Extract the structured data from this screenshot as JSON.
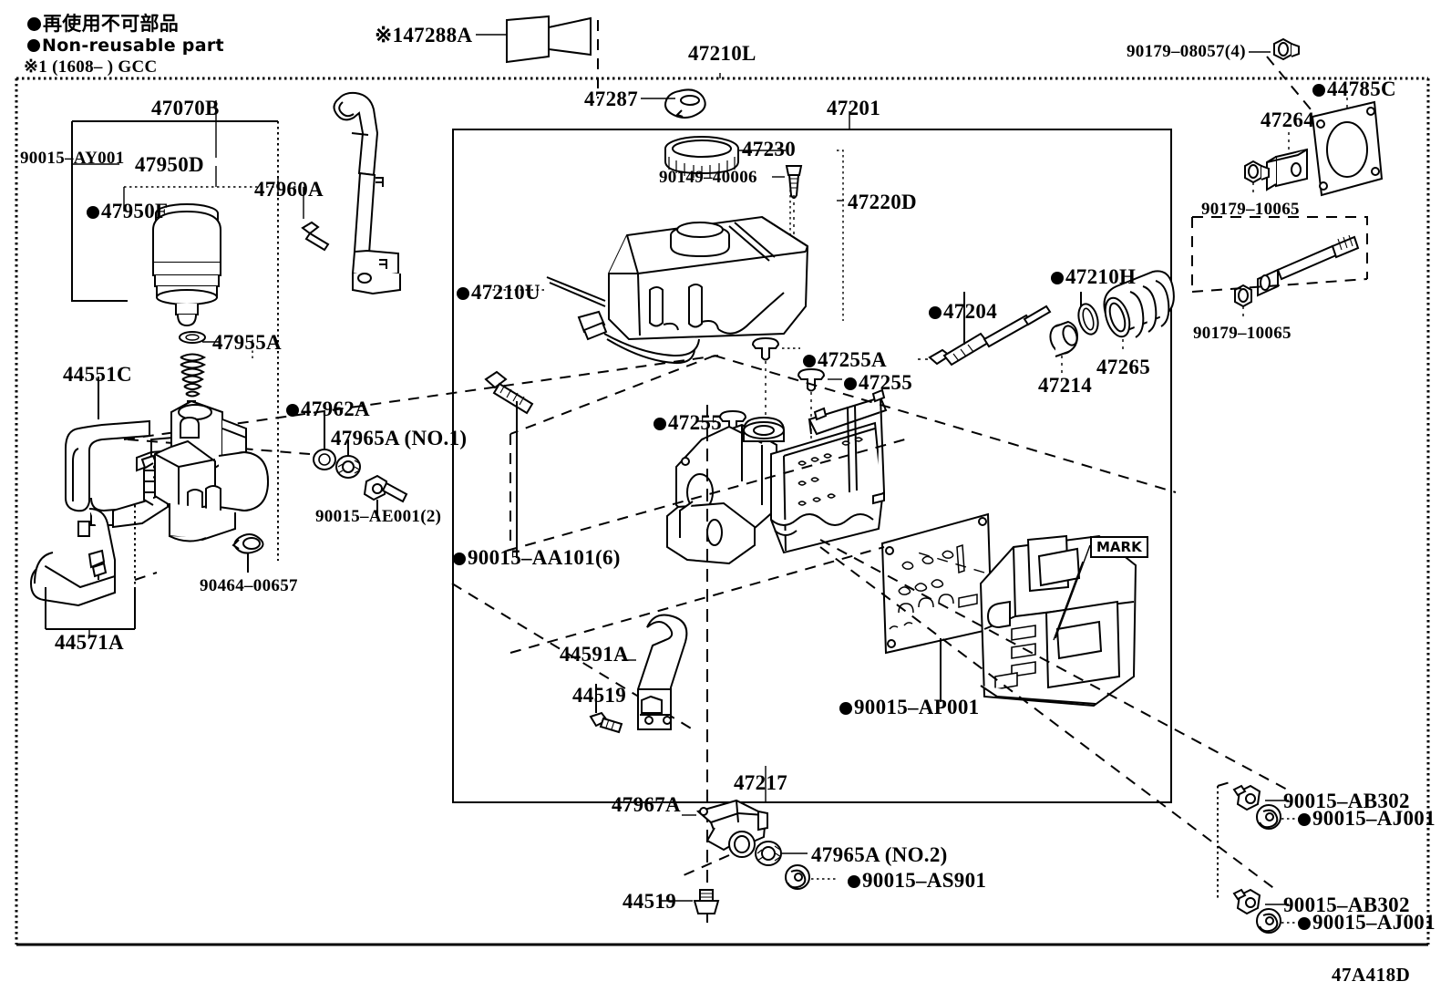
{
  "diagram": {
    "code": "47A418D",
    "legend": {
      "jp": "再使用不可部品",
      "en": "Non-reusable part",
      "note": "※1 (1608–    ) GCC"
    }
  },
  "labels": {
    "l147288A": "※147288A",
    "l47210L": "47210L",
    "l47287": "47287",
    "l47201": "47201",
    "l47230": "47230",
    "l9014940006": "90149–40006",
    "l47220D": "47220D",
    "l47070B": "47070B",
    "l90015AY001": "90015–AY001",
    "l47950D": "47950D",
    "l47950F": "47950F",
    "l47960A": "47960A",
    "l47955A": "47955A",
    "l44551C": "44551C",
    "l47962A": "47962A",
    "l47965A1": "47965A",
    "l47965A1sub": "(NO.1)",
    "l90015AE001": "90015–AE001(2)",
    "l9046400657": "90464–00657",
    "l44571A": "44571A",
    "l47210U": "47210U",
    "l47255A": "47255A",
    "l47255b": "47255",
    "l47255c": "47255",
    "l47204": "47204",
    "l47210H": "47210H",
    "l47214": "47214",
    "l47265": "47265",
    "l9017908057": "90179–08057(4)",
    "l44785C": "44785C",
    "l47264": "47264",
    "l9017910065a": "90179–10065",
    "l9017910065b": "90179–10065",
    "l90015AA101": "90015–AA101(6)",
    "l44591A": "44591A",
    "l44519a": "44519",
    "l90015AP001": "90015–AP001",
    "l47217": "47217",
    "l47967A": "47967A",
    "l47965A2": "47965A",
    "l47965A2sub": "(NO.2)",
    "l90015AS901": "90015–AS901",
    "l44519b": "44519",
    "l90015AB302a": "90015–AB302",
    "l90015AJ001a": "90015–AJ001",
    "l90015AB302b": "90015–AB302",
    "l90015AJ001b": "90015–AJ001",
    "mark": "MARK"
  }
}
